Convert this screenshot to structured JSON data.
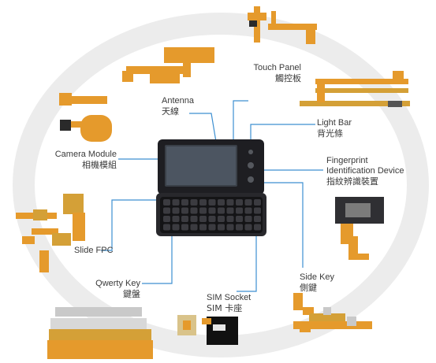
{
  "labels": {
    "touch_panel": {
      "en": "Touch Panel",
      "zh": "觸控板"
    },
    "antenna": {
      "en": "Antenna",
      "zh": "天線"
    },
    "light_bar": {
      "en": "Light Bar",
      "zh": "背光條"
    },
    "camera_module": {
      "en": "Camera Module",
      "zh": "相機模組"
    },
    "fingerprint": {
      "en1": "Fingerprint",
      "en2": "Identification Device",
      "zh": "指紋辨識裝置"
    },
    "slide_fpc": {
      "en": "Slide FPC"
    },
    "side_key": {
      "en": "Side Key",
      "zh": "側鍵"
    },
    "qwerty_key": {
      "en": "Qwerty Key",
      "zh": "鍵盤"
    },
    "sim_socket": {
      "en": "SIM Socket",
      "zh": "SIM 卡座"
    }
  },
  "colors": {
    "leader": "#3d8fd1",
    "fpc_orange": "#e59a2c",
    "fpc_gold": "#d4a037",
    "phone_body": "#1e1e22",
    "ring": "#ececec"
  }
}
